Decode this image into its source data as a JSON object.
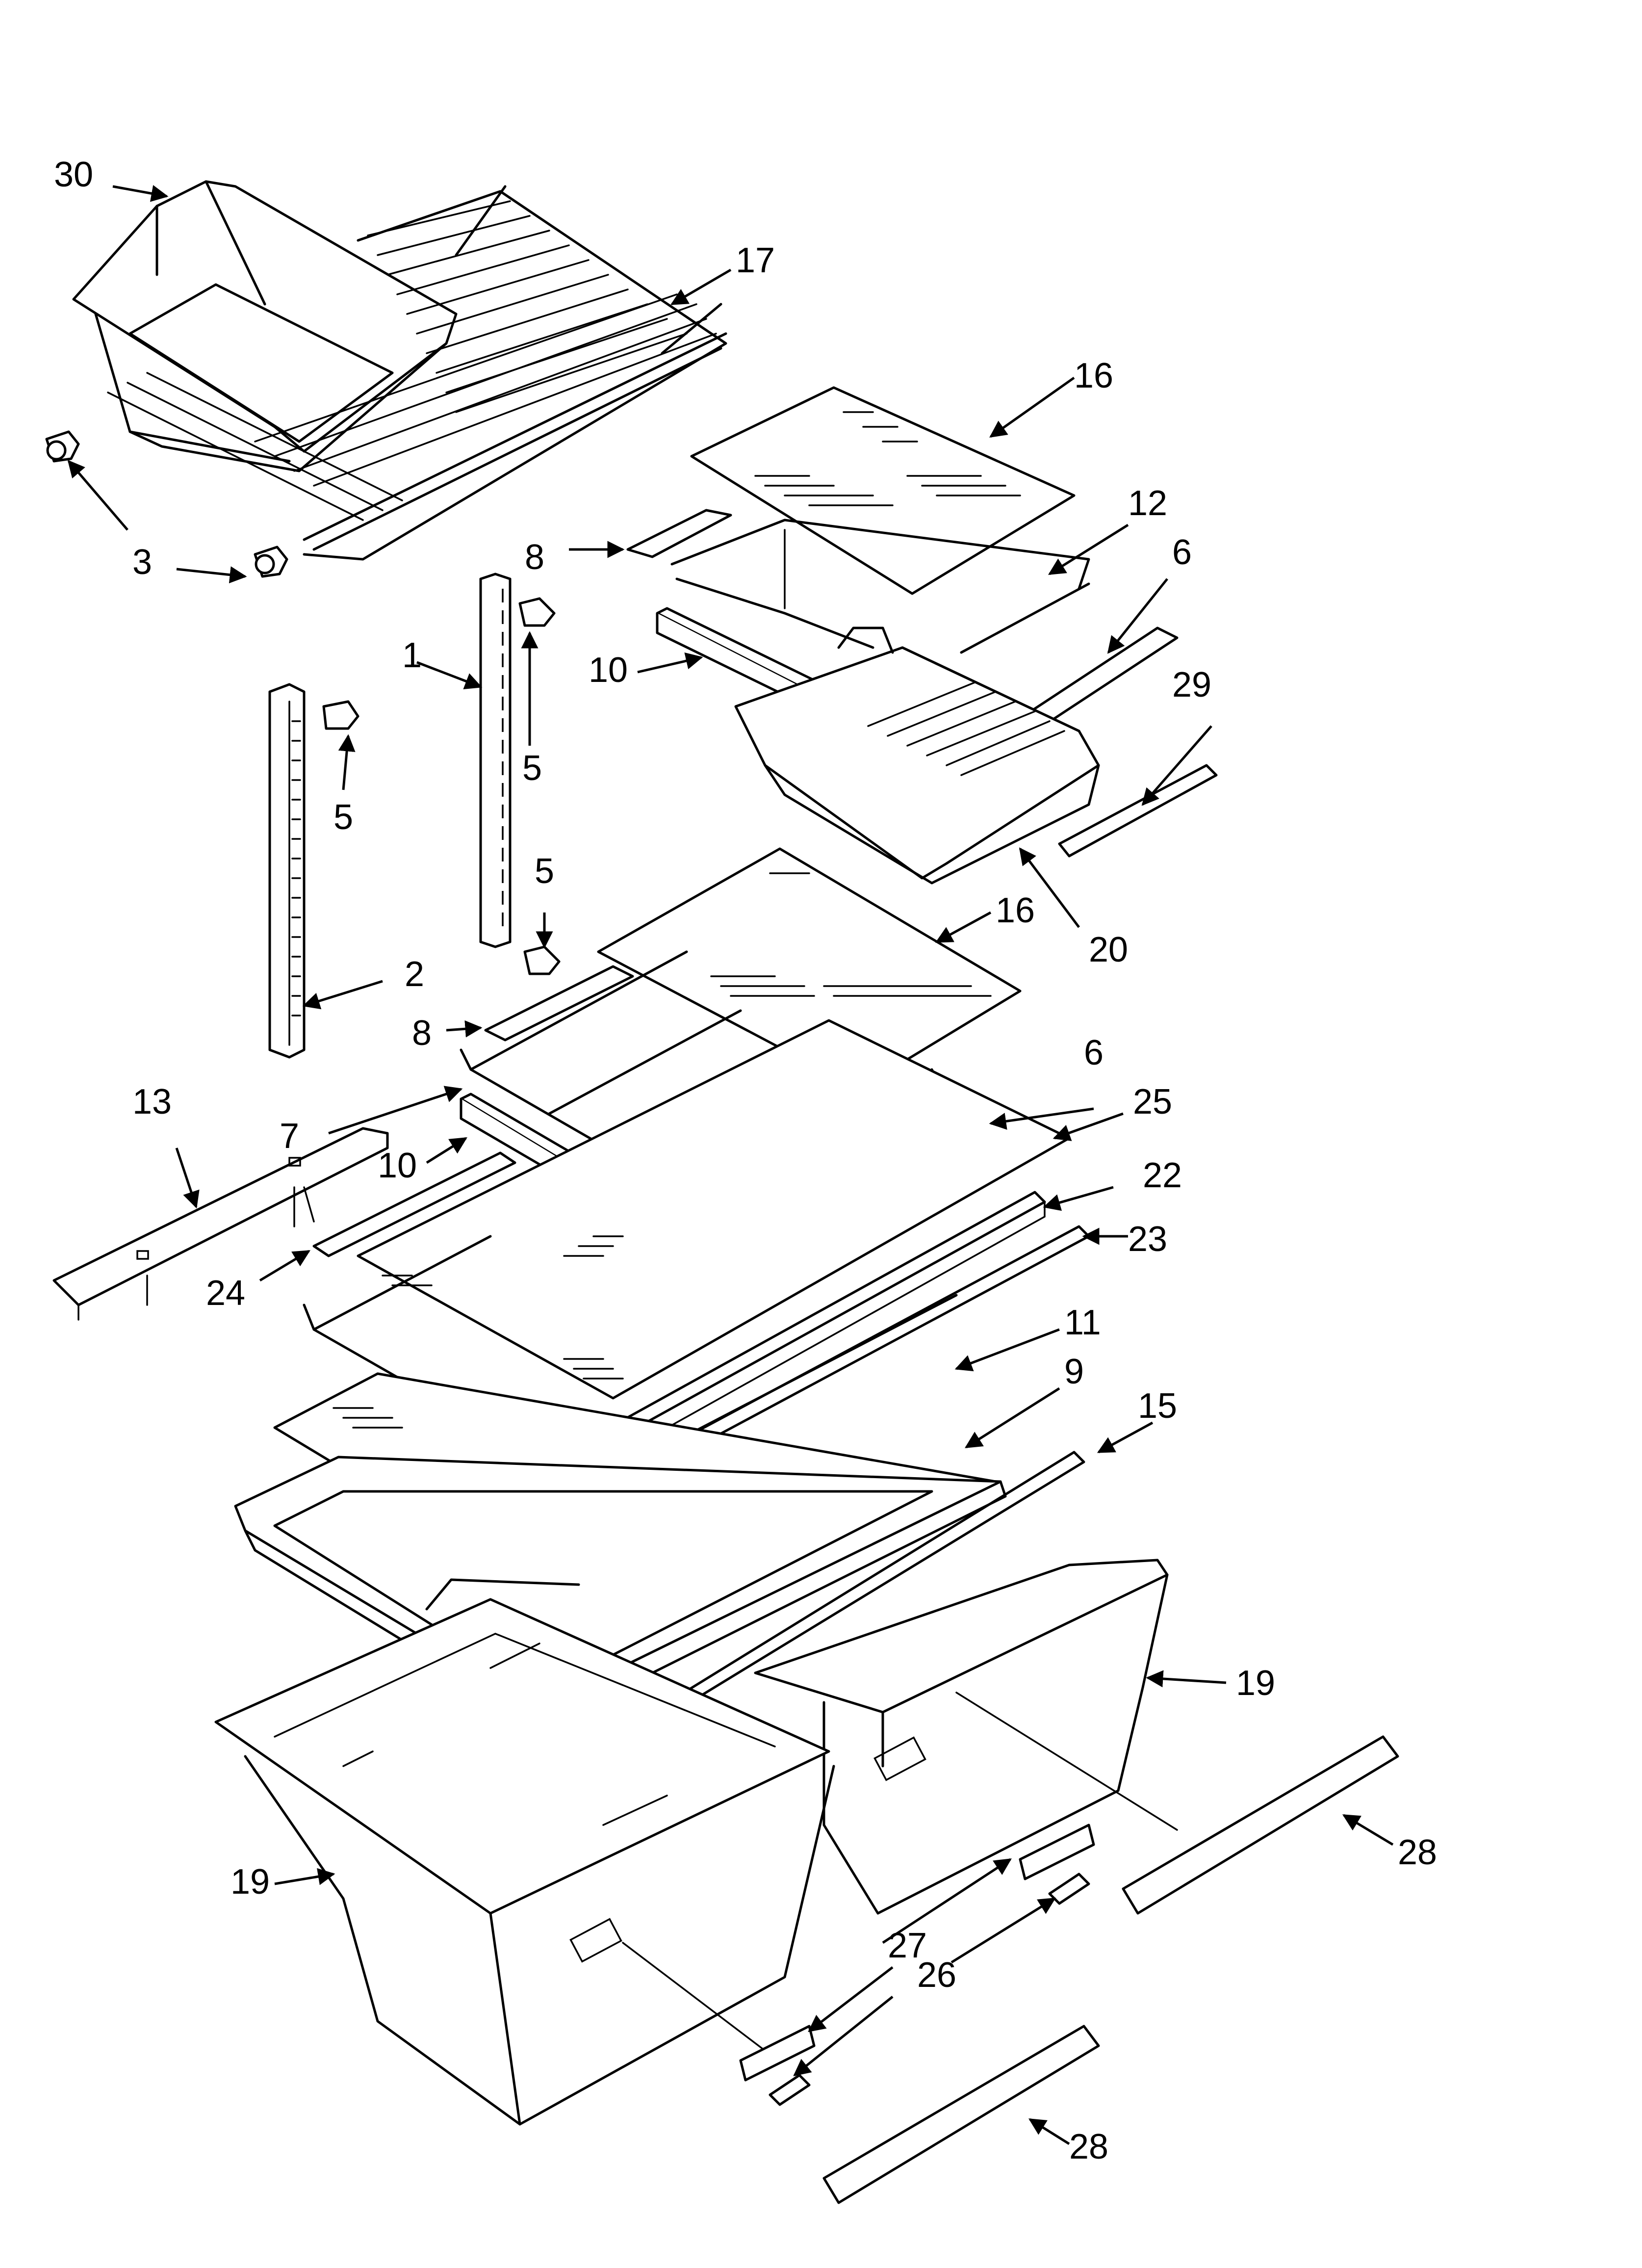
{
  "callouts": [
    {
      "id": "c30a",
      "label": "30"
    },
    {
      "id": "c17",
      "label": "17"
    },
    {
      "id": "c16a",
      "label": "16"
    },
    {
      "id": "c3",
      "label": "3"
    },
    {
      "id": "c8a",
      "label": "8"
    },
    {
      "id": "c12",
      "label": "12"
    },
    {
      "id": "c6a",
      "label": "6"
    },
    {
      "id": "c1",
      "label": "1"
    },
    {
      "id": "c10a",
      "label": "10"
    },
    {
      "id": "c5a",
      "label": "5"
    },
    {
      "id": "c5b",
      "label": "5"
    },
    {
      "id": "c29",
      "label": "29"
    },
    {
      "id": "c5c",
      "label": "5"
    },
    {
      "id": "c16b",
      "label": "16"
    },
    {
      "id": "c20",
      "label": "20"
    },
    {
      "id": "c2",
      "label": "2"
    },
    {
      "id": "c8b",
      "label": "8"
    },
    {
      "id": "c6b",
      "label": "6"
    },
    {
      "id": "c13",
      "label": "13"
    },
    {
      "id": "c7",
      "label": "7"
    },
    {
      "id": "c25",
      "label": "25"
    },
    {
      "id": "c10b",
      "label": "10"
    },
    {
      "id": "c22",
      "label": "22"
    },
    {
      "id": "c23",
      "label": "23"
    },
    {
      "id": "c24",
      "label": "24"
    },
    {
      "id": "c11",
      "label": "11"
    },
    {
      "id": "c9",
      "label": "9"
    },
    {
      "id": "c15",
      "label": "15"
    },
    {
      "id": "c19a",
      "label": "19"
    },
    {
      "id": "c28a",
      "label": "28"
    },
    {
      "id": "c19b",
      "label": "19"
    },
    {
      "id": "c27",
      "label": "27"
    },
    {
      "id": "c26",
      "label": "26"
    },
    {
      "id": "c28b",
      "label": "28"
    }
  ]
}
